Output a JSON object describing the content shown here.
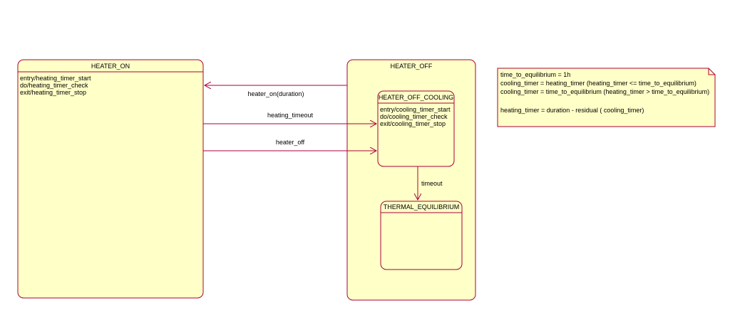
{
  "states": {
    "heater_on": {
      "name": "HEATER_ON",
      "activities": [
        "entry/heating_timer_start",
        "do/heating_timer_check",
        "exit/heating_timer_stop"
      ]
    },
    "heater_off": {
      "name": "HEATER_OFF"
    },
    "heater_off_cooling": {
      "name": "HEATER_OFF_COOLING",
      "activities": [
        "entry/cooling_timer_start",
        "do/cooling_timer_check",
        "exit/cooling_timer_stop"
      ]
    },
    "thermal_equilibrium": {
      "name": "THERMAL_EQUILIBRIUM"
    }
  },
  "transitions": {
    "heater_on_duration": "heater_on(duration)",
    "heating_timeout": "heating_timeout",
    "heater_off": "heater_off",
    "timeout": "timeout"
  },
  "note": {
    "lines": [
      "time_to_equilibrium = 1h",
      "cooling_timer = heating_timer (heating_timer <= time_to_equilibrium)",
      "cooling_timer = time_to_equilibrium (heating_timer > time_to_equilibrium)",
      "",
      "heating_timer = duration -  residual ( cooling_timer)"
    ]
  },
  "colors": {
    "state_fill": "#ffffc8",
    "state_border": "#a80036",
    "arrow": "#a80036"
  }
}
